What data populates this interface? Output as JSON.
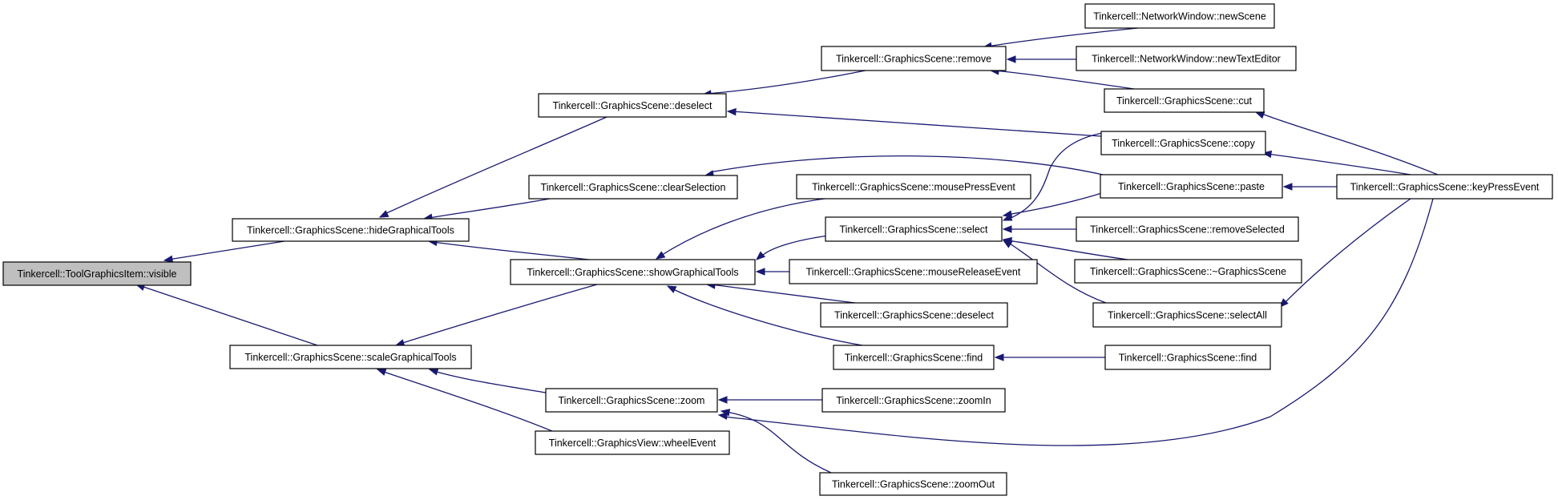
{
  "nodes": [
    {
      "id": "visible",
      "label": "Tinkercell::ToolGraphicsItem::visible",
      "highlight": true
    },
    {
      "id": "hideTools",
      "label": "Tinkercell::GraphicsScene::hideGraphicalTools"
    },
    {
      "id": "scaleTools",
      "label": "Tinkercell::GraphicsScene::scaleGraphicalTools"
    },
    {
      "id": "deselect1",
      "label": "Tinkercell::GraphicsScene::deselect"
    },
    {
      "id": "clearSel",
      "label": "Tinkercell::GraphicsScene::clearSelection"
    },
    {
      "id": "showTools",
      "label": "Tinkercell::GraphicsScene::showGraphicalTools"
    },
    {
      "id": "zoom",
      "label": "Tinkercell::GraphicsScene::zoom"
    },
    {
      "id": "wheel",
      "label": "Tinkercell::GraphicsView::wheelEvent"
    },
    {
      "id": "remove",
      "label": "Tinkercell::GraphicsScene::remove"
    },
    {
      "id": "mousePress",
      "label": "Tinkercell::GraphicsScene::mousePressEvent"
    },
    {
      "id": "select",
      "label": "Tinkercell::GraphicsScene::select"
    },
    {
      "id": "mouseRelease",
      "label": "Tinkercell::GraphicsScene::mouseReleaseEvent"
    },
    {
      "id": "deselect2",
      "label": "Tinkercell::GraphicsScene::deselect"
    },
    {
      "id": "find1",
      "label": "Tinkercell::GraphicsScene::find"
    },
    {
      "id": "zoomIn",
      "label": "Tinkercell::GraphicsScene::zoomIn"
    },
    {
      "id": "zoomOut",
      "label": "Tinkercell::GraphicsScene::zoomOut"
    },
    {
      "id": "newScene",
      "label": "Tinkercell::NetworkWindow::newScene"
    },
    {
      "id": "newTextEditor",
      "label": "Tinkercell::NetworkWindow::newTextEditor"
    },
    {
      "id": "cut",
      "label": "Tinkercell::GraphicsScene::cut"
    },
    {
      "id": "copy",
      "label": "Tinkercell::GraphicsScene::copy"
    },
    {
      "id": "paste",
      "label": "Tinkercell::GraphicsScene::paste"
    },
    {
      "id": "removeSelected",
      "label": "Tinkercell::GraphicsScene::removeSelected"
    },
    {
      "id": "destructor",
      "label": "Tinkercell::GraphicsScene::~GraphicsScene"
    },
    {
      "id": "selectAll",
      "label": "Tinkercell::GraphicsScene::selectAll"
    },
    {
      "id": "find2",
      "label": "Tinkercell::GraphicsScene::find"
    },
    {
      "id": "keyPress",
      "label": "Tinkercell::GraphicsScene::keyPressEvent"
    }
  ],
  "edges": [
    {
      "from": "hideTools",
      "to": "visible"
    },
    {
      "from": "scaleTools",
      "to": "visible"
    },
    {
      "from": "deselect1",
      "to": "hideTools"
    },
    {
      "from": "clearSel",
      "to": "hideTools"
    },
    {
      "from": "showTools",
      "to": "hideTools"
    },
    {
      "from": "showTools",
      "to": "scaleTools"
    },
    {
      "from": "zoom",
      "to": "scaleTools"
    },
    {
      "from": "wheel",
      "to": "scaleTools"
    },
    {
      "from": "remove",
      "to": "deselect1"
    },
    {
      "from": "copy",
      "to": "deselect1"
    },
    {
      "from": "paste",
      "to": "clearSel"
    },
    {
      "from": "mousePress",
      "to": "showTools"
    },
    {
      "from": "select",
      "to": "showTools"
    },
    {
      "from": "mouseRelease",
      "to": "showTools"
    },
    {
      "from": "deselect2",
      "to": "showTools"
    },
    {
      "from": "find1",
      "to": "showTools"
    },
    {
      "from": "zoomIn",
      "to": "zoom"
    },
    {
      "from": "zoomOut",
      "to": "zoom"
    },
    {
      "from": "keyPress",
      "to": "zoom"
    },
    {
      "from": "newScene",
      "to": "remove"
    },
    {
      "from": "newTextEditor",
      "to": "remove"
    },
    {
      "from": "cut",
      "to": "remove"
    },
    {
      "from": "copy",
      "to": "select"
    },
    {
      "from": "paste",
      "to": "select"
    },
    {
      "from": "removeSelected",
      "to": "select"
    },
    {
      "from": "destructor",
      "to": "select"
    },
    {
      "from": "selectAll",
      "to": "select"
    },
    {
      "from": "find2",
      "to": "find1"
    },
    {
      "from": "keyPress",
      "to": "cut"
    },
    {
      "from": "keyPress",
      "to": "copy"
    },
    {
      "from": "keyPress",
      "to": "paste"
    },
    {
      "from": "keyPress",
      "to": "selectAll"
    }
  ]
}
